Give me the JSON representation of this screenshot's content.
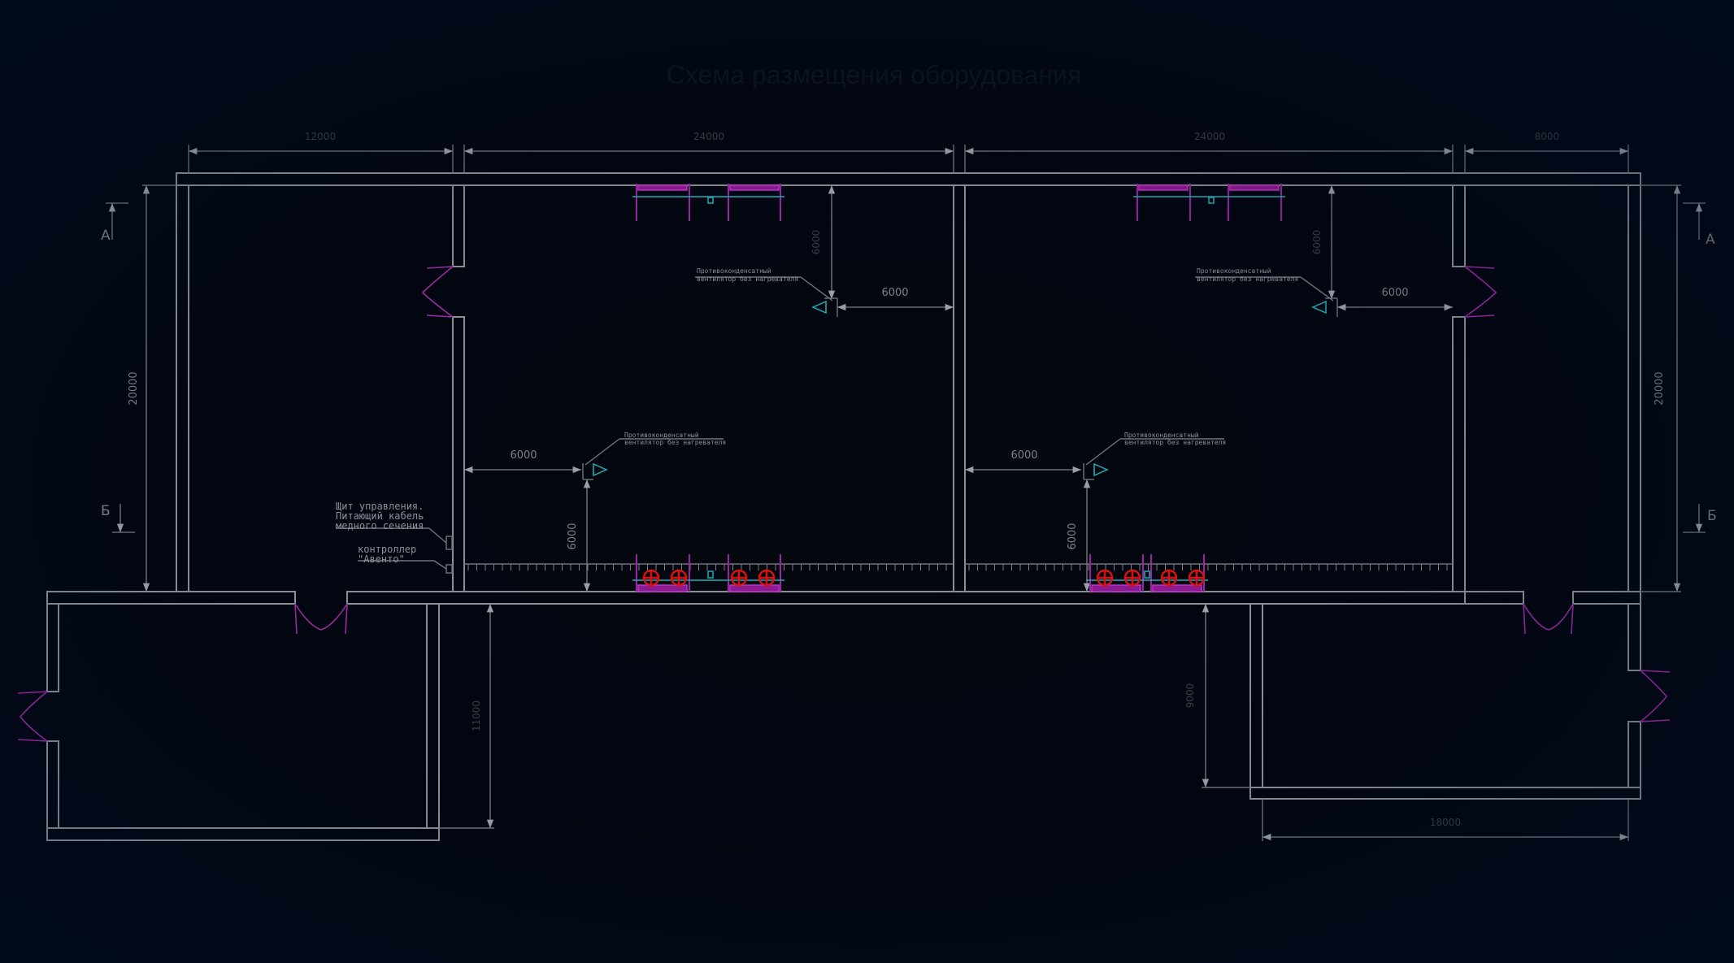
{
  "title": "Схема размещения оборудования",
  "dimensions": {
    "top": [
      "12000",
      "24000",
      "24000",
      "8000"
    ],
    "height_left": "20000",
    "height_right": "20000",
    "bottom_left": "11000",
    "bottom_right_vertical": "9000",
    "bottom_right_horizontal": "18000",
    "room1_top_vertical": "6000",
    "room1_top_horizontal": "6000",
    "room1_left_horizontal": "6000",
    "room1_left_vertical": "6000",
    "room2_top_vertical": "6000",
    "room2_top_horizontal": "6000",
    "room2_left_horizontal": "6000",
    "room2_left_vertical": "6000"
  },
  "section_marks": {
    "a_left": "А",
    "a_right": "А",
    "b_left": "Б",
    "b_right": "Б"
  },
  "annotations": {
    "panel_line1": "Щит управления.",
    "panel_line2": "Питающий кабель",
    "panel_line3": "медного сечения",
    "controller_line1": "контроллер",
    "controller_line2": "\"Авенто\"",
    "fan_note_line1": "Противоконденсатный",
    "fan_note_line2": "вентилятор без нагревателя"
  },
  "colors": {
    "background": "#000814",
    "walls": "#8a8e95",
    "equipment": "#a020a6",
    "fans": "#dd1111",
    "sensors": "#1fb0b8"
  }
}
